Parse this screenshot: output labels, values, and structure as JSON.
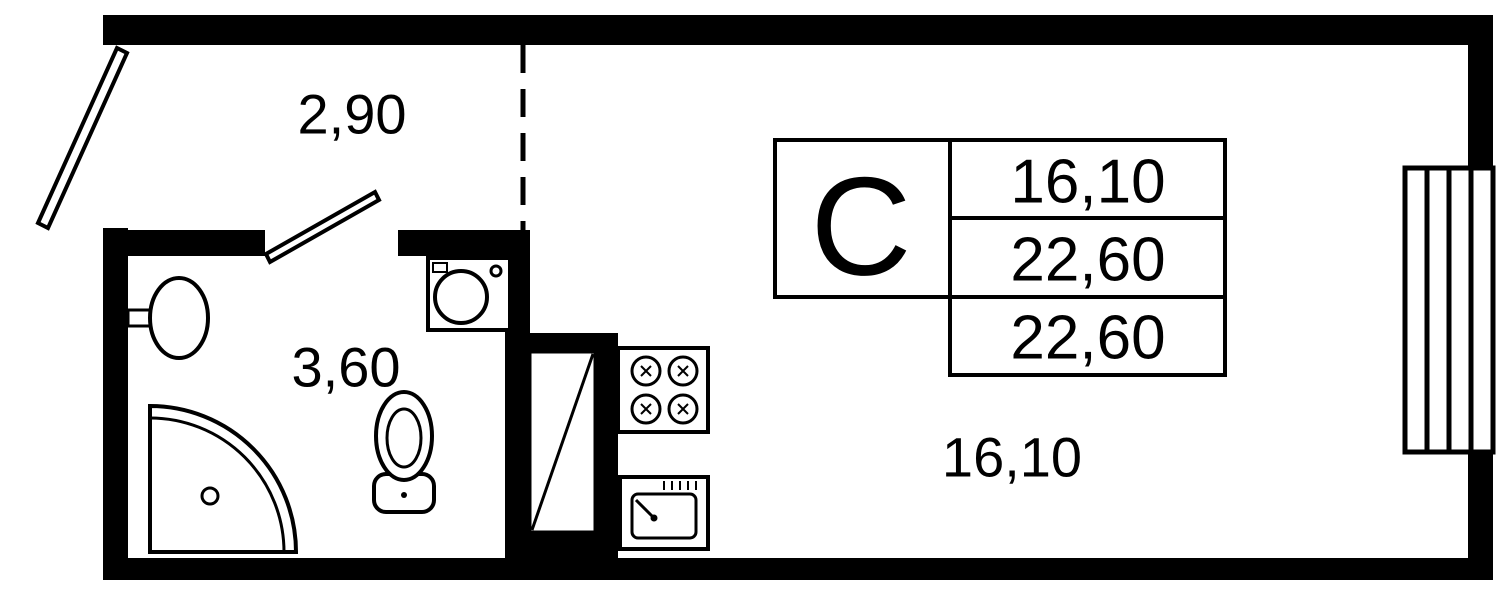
{
  "floor_plan": {
    "unit_type": "С",
    "info_table": {
      "values": [
        "16,10",
        "22,60",
        "22,60"
      ]
    },
    "labels": {
      "hall": "2,90",
      "bathroom": "3,60",
      "room": "16,10"
    },
    "colors": {
      "wall": "#000000",
      "background": "#ffffff"
    }
  }
}
